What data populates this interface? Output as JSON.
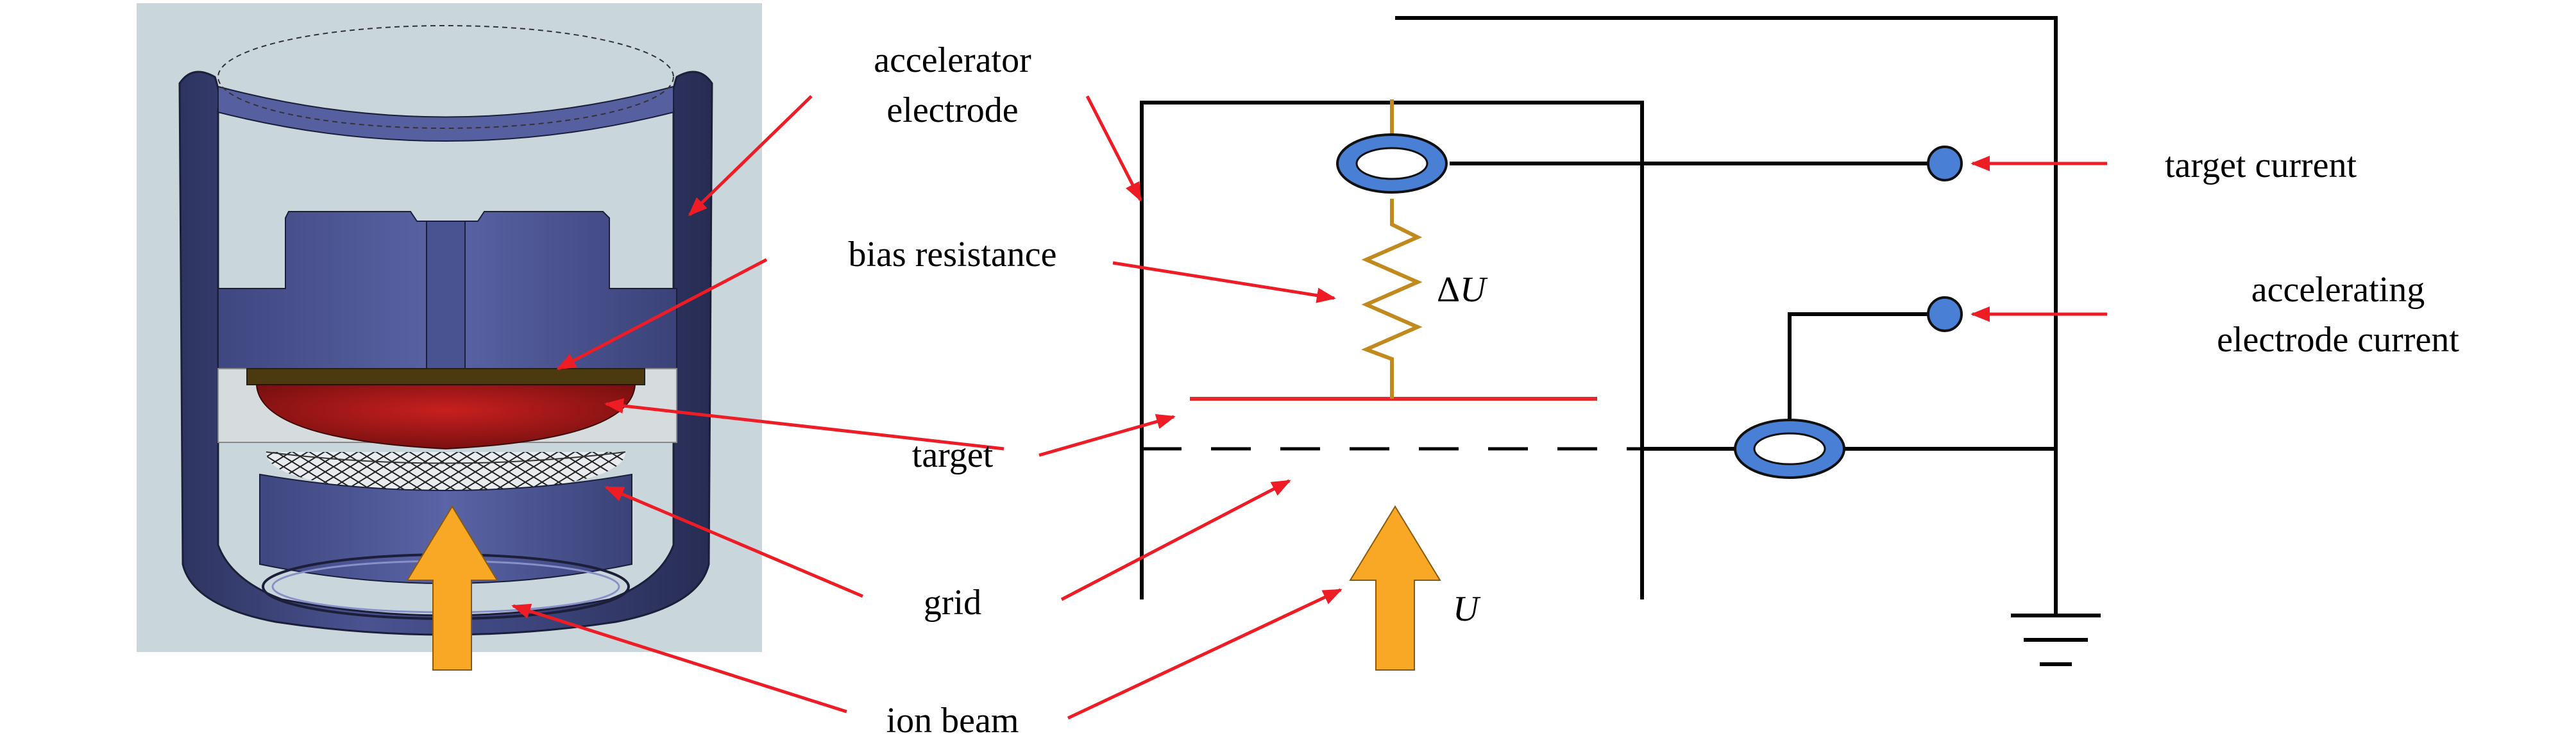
{
  "labels": {
    "accelerator_electrode_line1": "accelerator",
    "accelerator_electrode_line2": "electrode",
    "bias_resistance": "bias resistance",
    "target": "target",
    "grid": "grid",
    "ion_beam": "ion beam",
    "target_current": "target current",
    "accelerating_electrode_current_line1": "accelerating",
    "accelerating_electrode_current_line2": "electrode current",
    "delta_u": "ΔU",
    "u": "U"
  },
  "colors": {
    "pointer_arrow": "#ee1c25",
    "ion_beam_arrow": "#f9a825",
    "current_sensor": "#4a7fd6",
    "resistor": "#c08a1e",
    "target_plate": "#e8262c",
    "casing": "#3b4372",
    "render_background": "#c9d7dd"
  },
  "icons": {
    "current_sensor": "current-transformer-ring-icon",
    "terminal": "terminal-dot-icon",
    "ground": "ground-symbol-icon",
    "resistor": "resistor-zigzag-icon"
  }
}
